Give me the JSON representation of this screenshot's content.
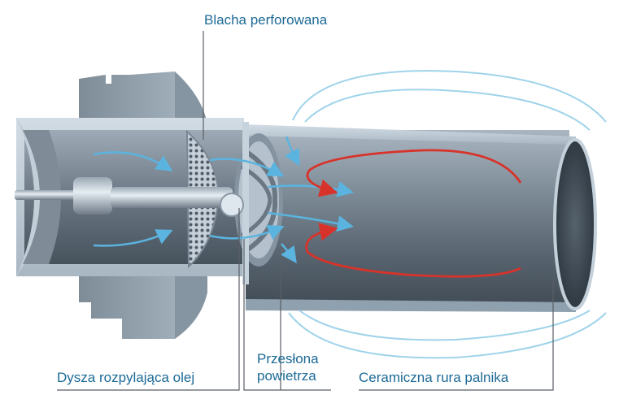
{
  "labels": {
    "perforated_plate": "Blacha perforowana",
    "oil_nozzle": "Dysza rozpylająca olej",
    "air_shutter_line1": "Przesłona",
    "air_shutter_line2": "powietrza",
    "ceramic_tube": "Ceramiczna rura palnika"
  },
  "colors": {
    "label_text": "#1c6a96",
    "leader_line": "#5a5f66",
    "air_flow": "#5ab4df",
    "flame_recirculation": "#d8332a",
    "metal_dark": "#5f6c78",
    "metal_light": "#b9c7d3"
  }
}
